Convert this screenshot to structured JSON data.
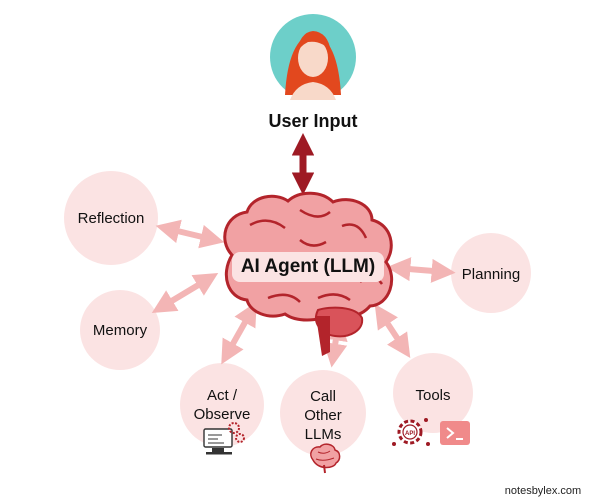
{
  "title": "User Input",
  "center": {
    "label": "AI Agent (LLM)"
  },
  "nodes": {
    "reflection": "Reflection",
    "memory": "Memory",
    "act": "Act /\nObserve",
    "call": "Call\nOther\nLLMs",
    "tools": "Tools",
    "planning": "Planning"
  },
  "icons": {
    "avatar": "user-avatar-icon",
    "brain": "brain-icon",
    "computer": "computer-gears-icon",
    "small_brain": "small-brain-icon",
    "api": "api-gear-icon",
    "terminal": "terminal-icon"
  },
  "watermark": "notesbylex.com",
  "colors": {
    "node_fill": "#fbe3e3",
    "arrow_pink": "#f3b5b5",
    "arrow_dark": "#9e1a24",
    "brain_fill": "#f1a1a3",
    "brain_stroke": "#b3242b",
    "avatar_bg": "#6dcfc9",
    "hair": "#e2481e"
  }
}
